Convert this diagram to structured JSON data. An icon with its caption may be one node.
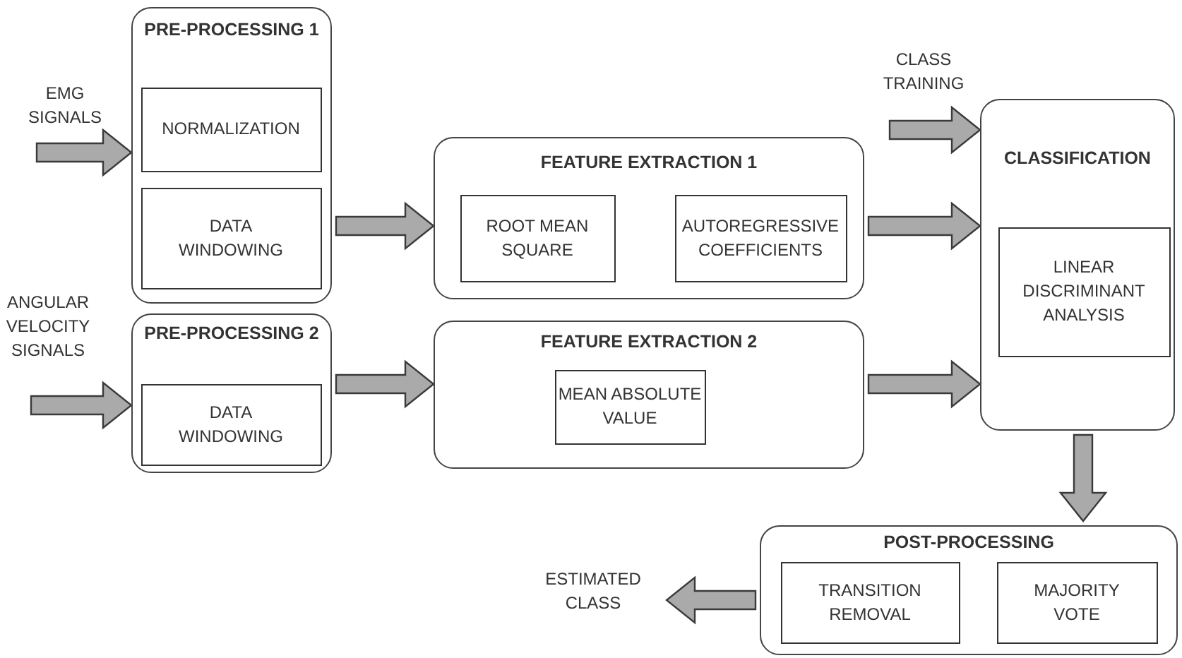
{
  "diagram": {
    "nodes": [
      {
        "text": [
          "EMG SIGNALS"
        ]
      },
      {
        "text": [
          "PRE-PROCESSING 1"
        ]
      },
      {
        "text": [
          "NORMALIZATION"
        ],
        "in": 1
      },
      {
        "text": [
          "DATA WINDOWING"
        ],
        "in": 1
      },
      {
        "text": [
          "FEATURE EXTRACTION 1"
        ]
      },
      {
        "text": [
          "ROOT MEAN SQUARE"
        ],
        "in": 4
      },
      {
        "text": [
          "AUTOREGRESSIVE COEFFICIENTS"
        ],
        "in": 4
      },
      {
        "text": [
          "CLASS TRAINING"
        ]
      },
      {
        "text": [
          "CLASSIFICATION"
        ]
      },
      {
        "text": [
          "LINEAR DISCRIMINANT ANALYSIS"
        ],
        "in": 8
      },
      {
        "text": [
          "ANGULAR VELOCITY SIGNALS"
        ]
      },
      {
        "text": [
          "PRE-PROCESSING 2"
        ]
      },
      {
        "text": [
          "DATA WINDOWING"
        ],
        "in": 11
      },
      {
        "text": [
          "FEATURE EXTRACTION 2"
        ]
      },
      {
        "text": [
          "MEAN ABSOLUTE VALUE"
        ],
        "in": 13
      },
      {
        "text": [
          "POST-PROCESSING"
        ]
      },
      {
        "text": [
          "TRANSITION REMOVAL"
        ],
        "in": 15
      },
      {
        "text": [
          "MAJORITY VOTE"
        ],
        "in": 15
      },
      {
        "text": [
          "ESTIMATED CLASS"
        ]
      }
    ],
    "edges": [
      {
        "from": 0,
        "to": 1,
        "arrow": "to"
      },
      {
        "from": 1,
        "to": 4,
        "arrow": "to"
      },
      {
        "from": 7,
        "to": 8,
        "arrow": "to"
      },
      {
        "from": 4,
        "to": 8,
        "arrow": "to"
      },
      {
        "from": 10,
        "to": 11,
        "arrow": "to"
      },
      {
        "from": 11,
        "to": 13,
        "arrow": "to"
      },
      {
        "from": 13,
        "to": 8,
        "arrow": "to"
      },
      {
        "from": 8,
        "to": 15,
        "arrow": "to"
      },
      {
        "from": 15,
        "to": 18,
        "arrow": "to"
      }
    ]
  }
}
